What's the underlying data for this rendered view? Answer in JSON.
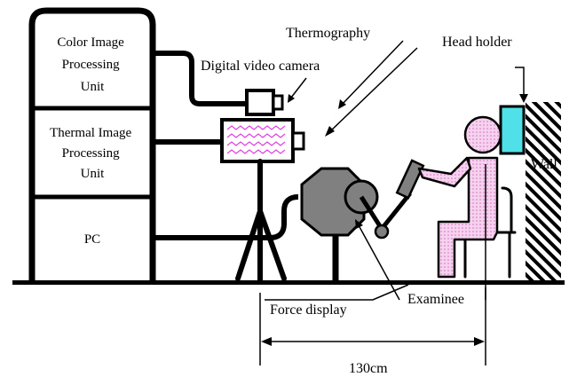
{
  "rack": {
    "color_unit": [
      "Color Image",
      "Processing",
      "Unit"
    ],
    "thermal_unit": [
      "Thermal Image",
      "Processing",
      "Unit"
    ],
    "pc": "PC"
  },
  "labels": {
    "thermography": "Thermography",
    "camera": "Digital video camera",
    "head_holder": "Head holder",
    "wall": "Wall",
    "force_display": "Force display",
    "examinee": "Examinee",
    "distance": "130cm"
  },
  "colors": {
    "line": "#000000",
    "thermo_wave": "#e040e0",
    "person_fill": "#f4c8ec",
    "head_holder": "#50e0e8",
    "device_gray": "#808080"
  }
}
